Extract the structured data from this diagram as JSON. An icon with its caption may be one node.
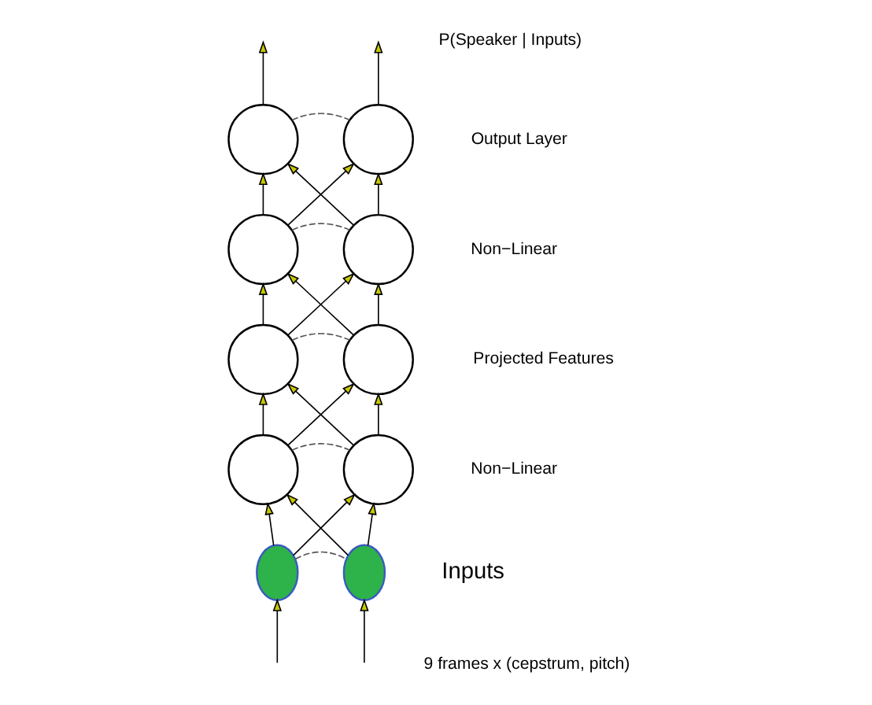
{
  "diagram": {
    "nodes": [
      {
        "text": [],
        "shape": "circle"
      },
      {
        "text": [],
        "shape": "circle"
      },
      {
        "text": [],
        "shape": "circle"
      },
      {
        "text": [],
        "shape": "circle"
      },
      {
        "text": [],
        "shape": "circle"
      },
      {
        "text": [],
        "shape": "circle"
      },
      {
        "text": [],
        "shape": "circle"
      },
      {
        "text": [],
        "shape": "circle"
      },
      {
        "text": [],
        "shape": "circle"
      },
      {
        "text": [],
        "shape": "circle"
      }
    ],
    "edges": [
      {
        "from": 0,
        "to": null,
        "arrow": "to"
      },
      {
        "from": 1,
        "to": null,
        "arrow": "to"
      },
      {
        "from": 0,
        "to": 1,
        "arrow": "none",
        "style": "dashed"
      },
      {
        "from": 2,
        "to": 0,
        "arrow": "to"
      },
      {
        "from": 2,
        "to": 1,
        "arrow": "to"
      },
      {
        "from": 3,
        "to": 0,
        "arrow": "to"
      },
      {
        "from": 3,
        "to": 1,
        "arrow": "to"
      },
      {
        "from": 2,
        "to": 3,
        "arrow": "none",
        "style": "dashed"
      },
      {
        "from": 4,
        "to": 2,
        "arrow": "to"
      },
      {
        "from": 4,
        "to": 3,
        "arrow": "to"
      },
      {
        "from": 5,
        "to": 2,
        "arrow": "to"
      },
      {
        "from": 5,
        "to": 3,
        "arrow": "to"
      },
      {
        "from": 4,
        "to": 5,
        "arrow": "none",
        "style": "dashed"
      },
      {
        "from": 6,
        "to": 4,
        "arrow": "to"
      },
      {
        "from": 6,
        "to": 5,
        "arrow": "to"
      },
      {
        "from": 7,
        "to": 4,
        "arrow": "to"
      },
      {
        "from": 7,
        "to": 5,
        "arrow": "to"
      },
      {
        "from": 6,
        "to": 7,
        "arrow": "none",
        "style": "dashed"
      },
      {
        "from": 8,
        "to": 6,
        "arrow": "to"
      },
      {
        "from": 8,
        "to": 7,
        "arrow": "to"
      },
      {
        "from": 9,
        "to": 6,
        "arrow": "to"
      },
      {
        "from": 9,
        "to": 7,
        "arrow": "to"
      },
      {
        "from": 8,
        "to": 9,
        "arrow": "none",
        "style": "dashed"
      },
      {
        "from": null,
        "to": 8,
        "arrow": "to"
      },
      {
        "from": null,
        "to": 9,
        "arrow": "to"
      }
    ],
    "labels": [
      "P(Speaker | Inputs)",
      "Output Layer",
      "Non−Linear",
      "Projected Features",
      "Non−Linear",
      "Inputs",
      "9 frames x (cepstrum, pitch)"
    ]
  }
}
